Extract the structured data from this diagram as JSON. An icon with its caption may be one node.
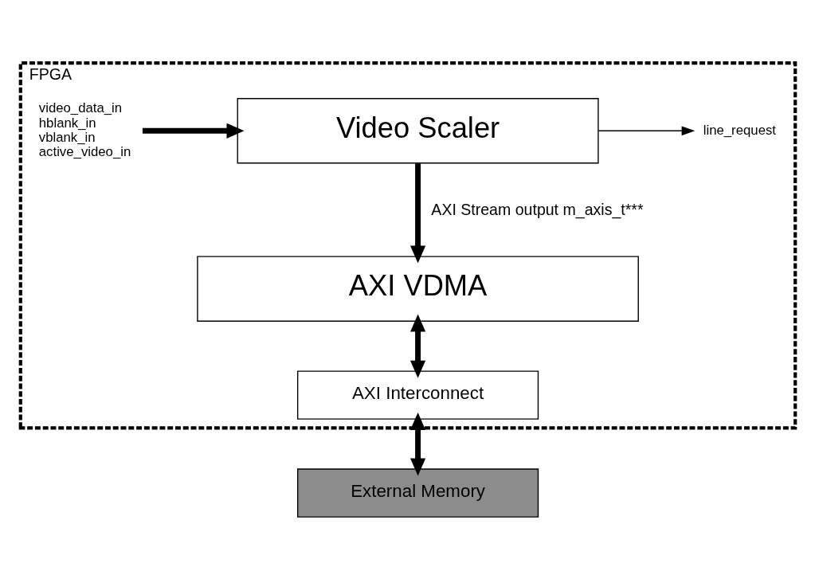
{
  "diagram": {
    "nodes": [
      {
        "text": [
          "FPGA"
        ]
      },
      {
        "text": [
          "Video Scaler"
        ],
        "in": 0
      },
      {
        "text": [
          "AXI VDMA"
        ],
        "in": 0
      },
      {
        "text": [
          "AXI Interconnect"
        ],
        "in": 0
      },
      {
        "text": [
          "External Memory"
        ]
      },
      {
        "text": [
          "line_request"
        ],
        "in": 0
      },
      {
        "text": [
          "video_data_in",
          "hblank_in",
          "vblank_in",
          "active_video_in"
        ],
        "in": 0
      }
    ],
    "edges": [
      {
        "from": 1,
        "to": 5,
        "arrow": "to"
      },
      {
        "from": 6,
        "to": 1,
        "arrow": "to"
      },
      {
        "from": 1,
        "to": 2,
        "arrow": "to",
        "label": "AXI Stream output m_axis_t***"
      },
      {
        "from": 2,
        "to": 3,
        "arrow": "both"
      },
      {
        "from": 3,
        "to": 4,
        "arrow": "both"
      }
    ]
  }
}
